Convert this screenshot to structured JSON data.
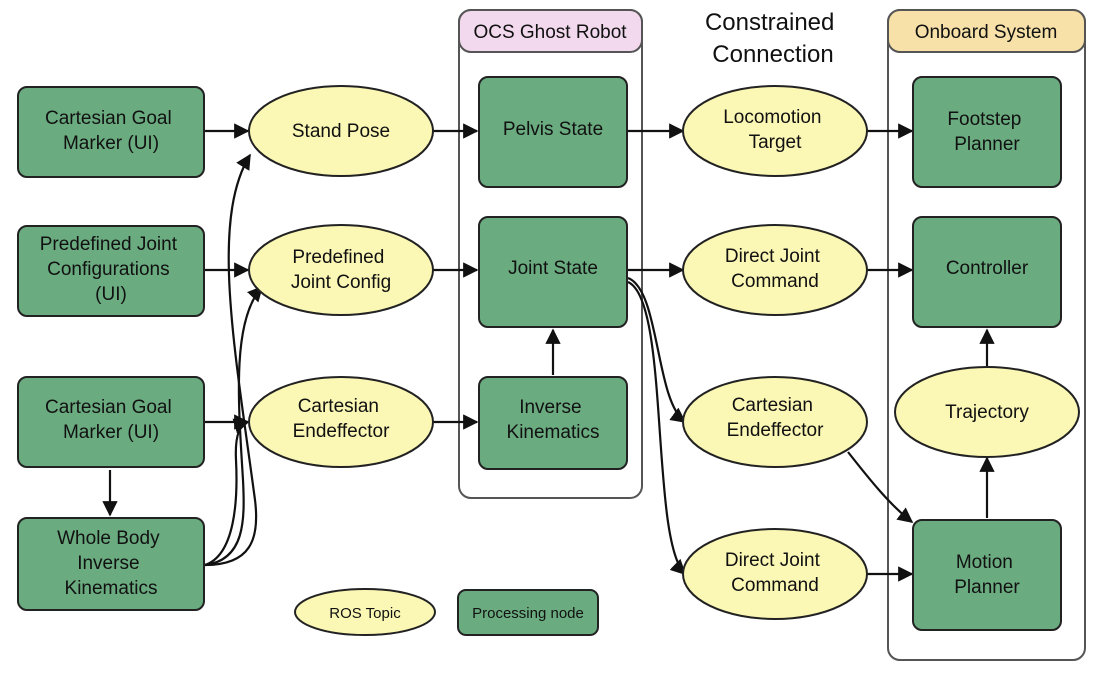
{
  "groups": {
    "ocs": {
      "label": "OCS Ghost Robot",
      "color": "#f2d9ee"
    },
    "onboard": {
      "label": "Onboard System",
      "color": "#f7e1a8"
    }
  },
  "constrained_label": [
    "Constrained",
    "Connection"
  ],
  "nodes": {
    "cartesian_goal_marker_1": [
      "Cartesian Goal",
      "Marker (UI)"
    ],
    "predefined_joint_configs": [
      "Predefined Joint",
      "Configurations",
      "(UI)"
    ],
    "cartesian_goal_marker_2": [
      "Cartesian Goal",
      "Marker (UI)"
    ],
    "whole_body_ik": [
      "Whole Body",
      "Inverse",
      "Kinematics"
    ],
    "stand_pose": [
      "Stand Pose"
    ],
    "predefined_joint_config": [
      "Predefined",
      "Joint Config"
    ],
    "cartesian_endeffector_left": [
      "Cartesian",
      "Endeffector"
    ],
    "pelvis_state": [
      "Pelvis State"
    ],
    "joint_state": [
      "Joint State"
    ],
    "inverse_kinematics": [
      "Inverse",
      "Kinematics"
    ],
    "locomotion_target": [
      "Locomotion",
      "Target"
    ],
    "direct_joint_command_top": [
      "Direct Joint",
      "Command"
    ],
    "cartesian_endeffector_right": [
      "Cartesian",
      "Endeffector"
    ],
    "direct_joint_command_bottom": [
      "Direct Joint",
      "Command"
    ],
    "footstep_planner": [
      "Footstep",
      "Planner"
    ],
    "controller": [
      "Controller"
    ],
    "trajectory": [
      "Trajectory"
    ],
    "motion_planner": [
      "Motion",
      "Planner"
    ]
  },
  "legend": {
    "topic": "ROS Topic",
    "node": "Processing node"
  },
  "colors": {
    "process_fill": "#6aab80",
    "topic_fill": "#fbf7b5",
    "stroke": "#222222",
    "group_stroke": "#555555"
  }
}
